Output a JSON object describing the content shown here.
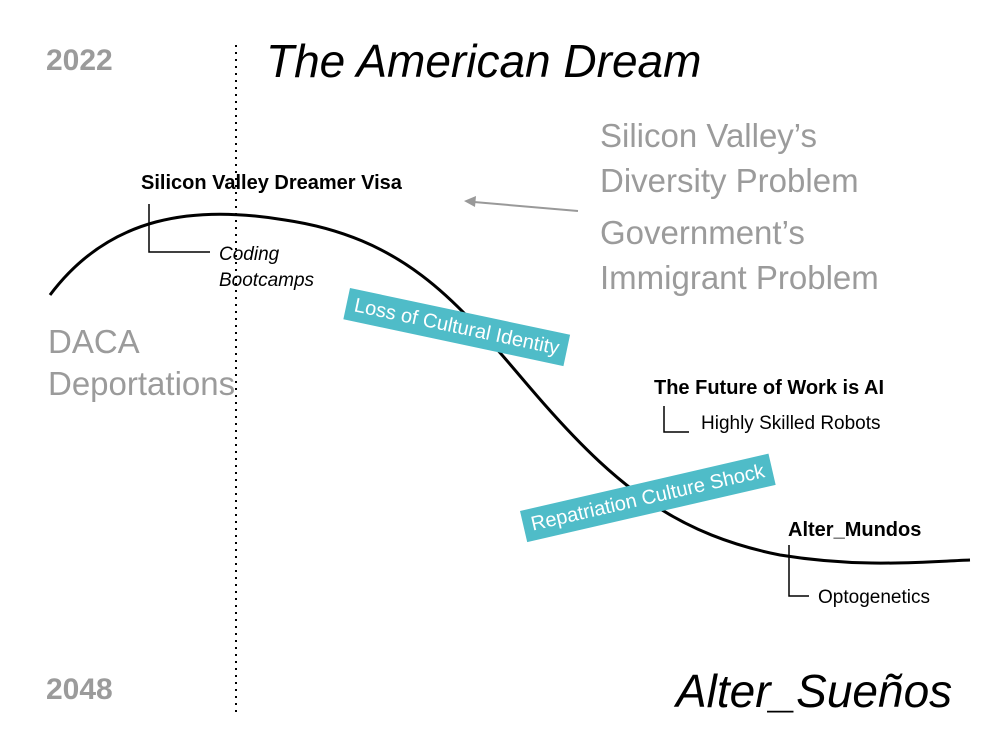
{
  "years": {
    "top": "2022",
    "bottom": "2048"
  },
  "titles": {
    "top": "The American Dream",
    "bottom": "Alter_Sueños"
  },
  "problems": {
    "silicon_line1": "Silicon Valley’s",
    "silicon_line2": "Diversity Problem",
    "government_line1": "Government’s",
    "government_line2": "Immigrant Problem"
  },
  "daca": {
    "line1": "DACA",
    "line2": "Deportations"
  },
  "nodes": {
    "visa": {
      "label": "Silicon Valley Dreamer Visa",
      "sub_line1": "Coding",
      "sub_line2": "Bootcamps"
    },
    "future": {
      "label": "The Future of Work is AI",
      "sub": "Highly Skilled Robots"
    },
    "alter": {
      "label": "Alter_Mundos",
      "sub": "Optogenetics"
    }
  },
  "bands": {
    "identity": "Loss of Cultural Identity",
    "shock": "Repatriation Culture Shock"
  },
  "colors": {
    "band": "#4fbcc8",
    "grey_text": "#9b9b9b",
    "arrow": "#999999",
    "curve": "#000000"
  }
}
